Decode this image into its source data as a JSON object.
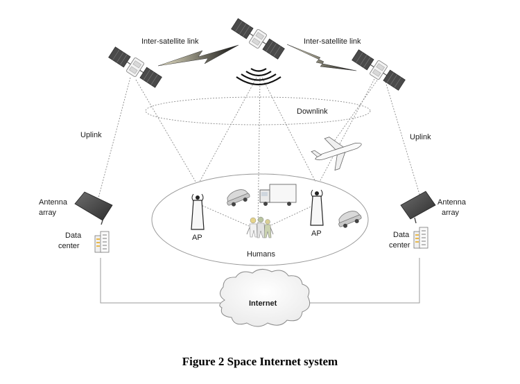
{
  "labels": {
    "inter_link_left": "Inter-satellite link",
    "inter_link_right": "Inter-satellite link",
    "downlink": "Downlink",
    "uplink_left": "Uplink",
    "uplink_right": "Uplink",
    "antenna_left_1": "Antenna",
    "antenna_left_2": "array",
    "antenna_right_1": "Antenna",
    "antenna_right_2": "array",
    "datacenter_left_1": "Data",
    "datacenter_left_2": "center",
    "datacenter_right_1": "Data",
    "datacenter_right_2": "center",
    "ap_left": "AP",
    "ap_right": "AP",
    "humans": "Humans",
    "internet": "Internet"
  },
  "caption": "Figure 2 Space Internet system",
  "icons": [
    "satellite-icon",
    "lightning-link-icon",
    "signal-waves-icon",
    "airplane-icon",
    "car-icon",
    "truck-icon",
    "antenna-tower-icon",
    "humans-icon",
    "antenna-array-icon",
    "data-center-icon",
    "cloud-icon"
  ]
}
